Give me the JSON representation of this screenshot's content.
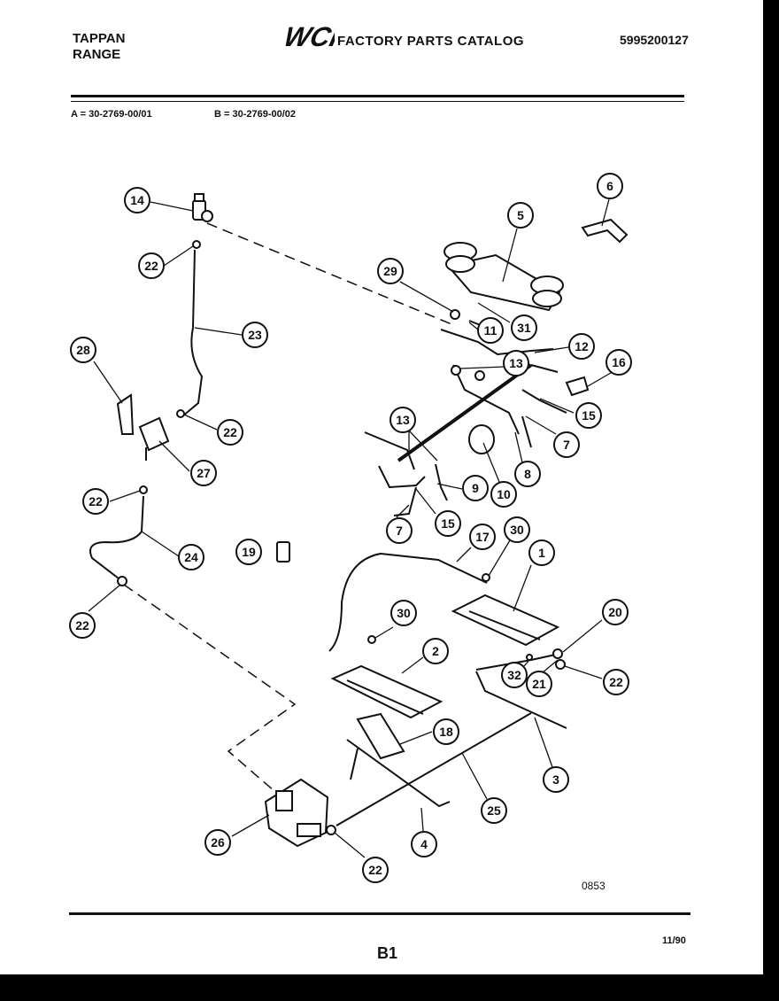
{
  "header": {
    "brand_line1": "TAPPAN",
    "brand_line2": "RANGE",
    "logo_text": "WCI",
    "catalog_title": "FACTORY PARTS CATALOG",
    "catalog_number": "5995200127"
  },
  "models": {
    "a": "A = 30-2769-00/01",
    "b": "B = 30-2769-00/02"
  },
  "footer": {
    "diagram_code": "0853",
    "page": "B1",
    "date": "11/90"
  },
  "callouts": {
    "c14": "14",
    "c22a": "22",
    "c23": "23",
    "c22b": "22",
    "c28": "28",
    "c27": "27",
    "c22c": "22",
    "c24": "24",
    "c22d": "22",
    "c19": "19",
    "c6": "6",
    "c5": "5",
    "c29": "29",
    "c11": "11",
    "c31": "31",
    "c12": "12",
    "c13a": "13",
    "c16": "16",
    "c15a": "15",
    "c7a": "7",
    "c8": "8",
    "c10": "10",
    "c13b": "13",
    "c9": "9",
    "c15b": "15",
    "c7b": "7",
    "c17": "17",
    "c30a": "30",
    "c1": "1",
    "c30b": "30",
    "c2": "2",
    "c20": "20",
    "c32": "32",
    "c21": "21",
    "c22e": "22",
    "c18": "18",
    "c3": "3",
    "c25": "25",
    "c26": "26",
    "c4": "4",
    "c22f": "22"
  },
  "colors": {
    "ink": "#111111",
    "paper": "#ffffff",
    "border": "#000000"
  }
}
